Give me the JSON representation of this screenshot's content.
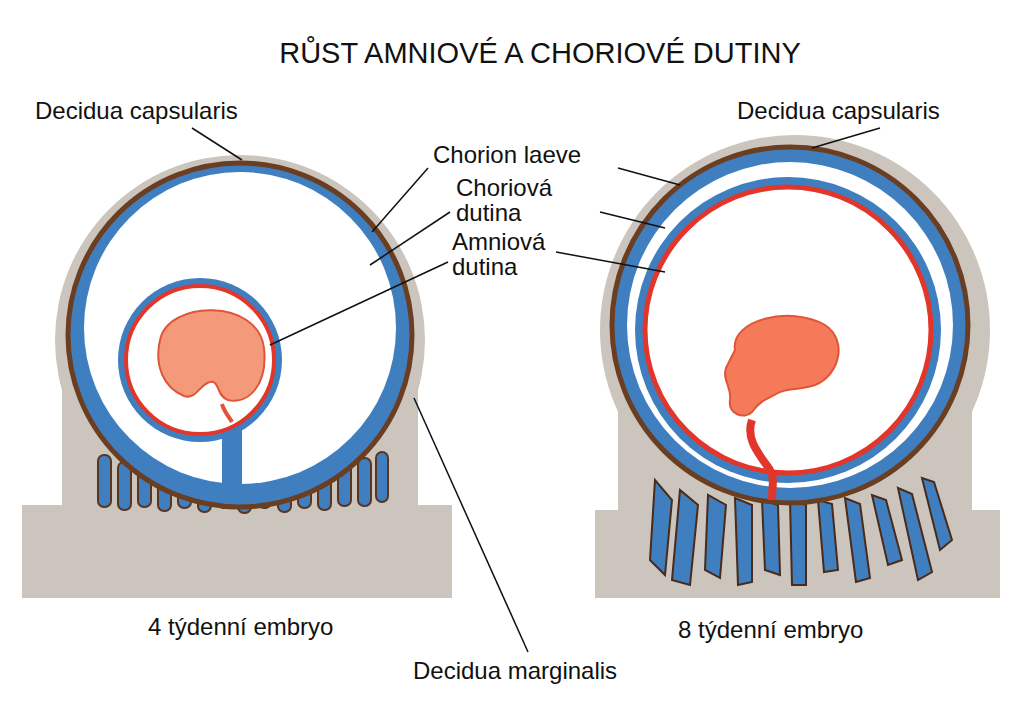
{
  "diagram": {
    "title": "RŮST AMNIOVÉ A CHORIOVÉ DUTINY",
    "labels": [
      "Decidua capsularis",
      "Chorion laeve",
      "Choriová dutina",
      "Amniová dutina",
      "Decidua capsularis",
      "4 týdenní embryo",
      "8 týdenní embryo",
      "Decidua marginalis"
    ]
  }
}
